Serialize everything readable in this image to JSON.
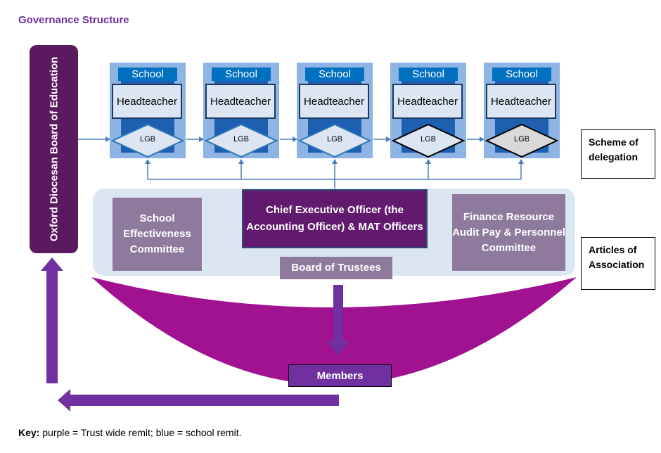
{
  "title": "Governance Structure",
  "odbe_label": "Oxford Diocesan Board of Education",
  "schools": [
    {
      "header": "School",
      "head": "Headteacher",
      "lgb": "LGB",
      "lgb_fill": "#DCE6F2",
      "lgb_stroke": "#2E75B6"
    },
    {
      "header": "School",
      "head": "Headteacher",
      "lgb": "LGB",
      "lgb_fill": "#DCE6F2",
      "lgb_stroke": "#2E75B6"
    },
    {
      "header": "School",
      "head": "Headteacher",
      "lgb": "LGB",
      "lgb_fill": "#DCE6F2",
      "lgb_stroke": "#2E75B6"
    },
    {
      "header": "School",
      "head": "Headteacher",
      "lgb": "LGB",
      "lgb_fill": "#DCE6F2",
      "lgb_stroke": "#000000"
    },
    {
      "header": "School",
      "head": "Headteacher",
      "lgb": "LGB",
      "lgb_fill": "#D9D9D9",
      "lgb_stroke": "#000000"
    }
  ],
  "scheme": "Scheme of delegation",
  "articles": "Articles of Association",
  "school_effectiveness": "School Effectiveness Committee",
  "ceo": "Chief Executive Officer (the Accounting Officer) & MAT Officers",
  "finance": "Finance Resource Audit Pay & Personnel Committee",
  "board_of_trustees": "Board of Trustees",
  "members": "Members",
  "key": {
    "label": "Key:",
    "text": " purple = Trust wide remit; blue = school remit."
  },
  "colors": {
    "purple": "#7030A0",
    "dark_purple": "#5B1A5F",
    "grey_purple": "#8E7A9D",
    "school_blue": "#8DB4E2",
    "header_blue": "#0070C0",
    "board_bg": "#DCE6F2"
  }
}
